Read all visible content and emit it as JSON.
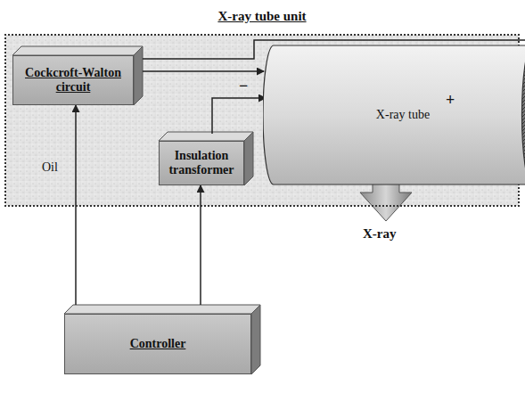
{
  "diagram": {
    "nodes": [
      {
        "text": [
          "X-ray tube unit",
          "Oil"
        ]
      },
      {
        "text": [
          "Cockcroft-Walton circuit"
        ],
        "in": 0
      },
      {
        "text": [
          "X-ray tube"
        ],
        "in": 0
      },
      {
        "text": [
          "Insulation transformer"
        ],
        "in": 0
      },
      {
        "text": [
          "Controller"
        ]
      }
    ],
    "edges": [
      {
        "from": 4,
        "to": 1,
        "arrow": "to"
      },
      {
        "from": 4,
        "to": 3,
        "arrow": "to"
      },
      {
        "from": 1,
        "to": 2,
        "arrow": "to"
      },
      {
        "from": 1,
        "to": 2,
        "arrow": "to"
      },
      {
        "from": 3,
        "to": 2,
        "arrow": "to"
      }
    ],
    "labels": [
      "−",
      "+",
      "X-ray"
    ]
  }
}
